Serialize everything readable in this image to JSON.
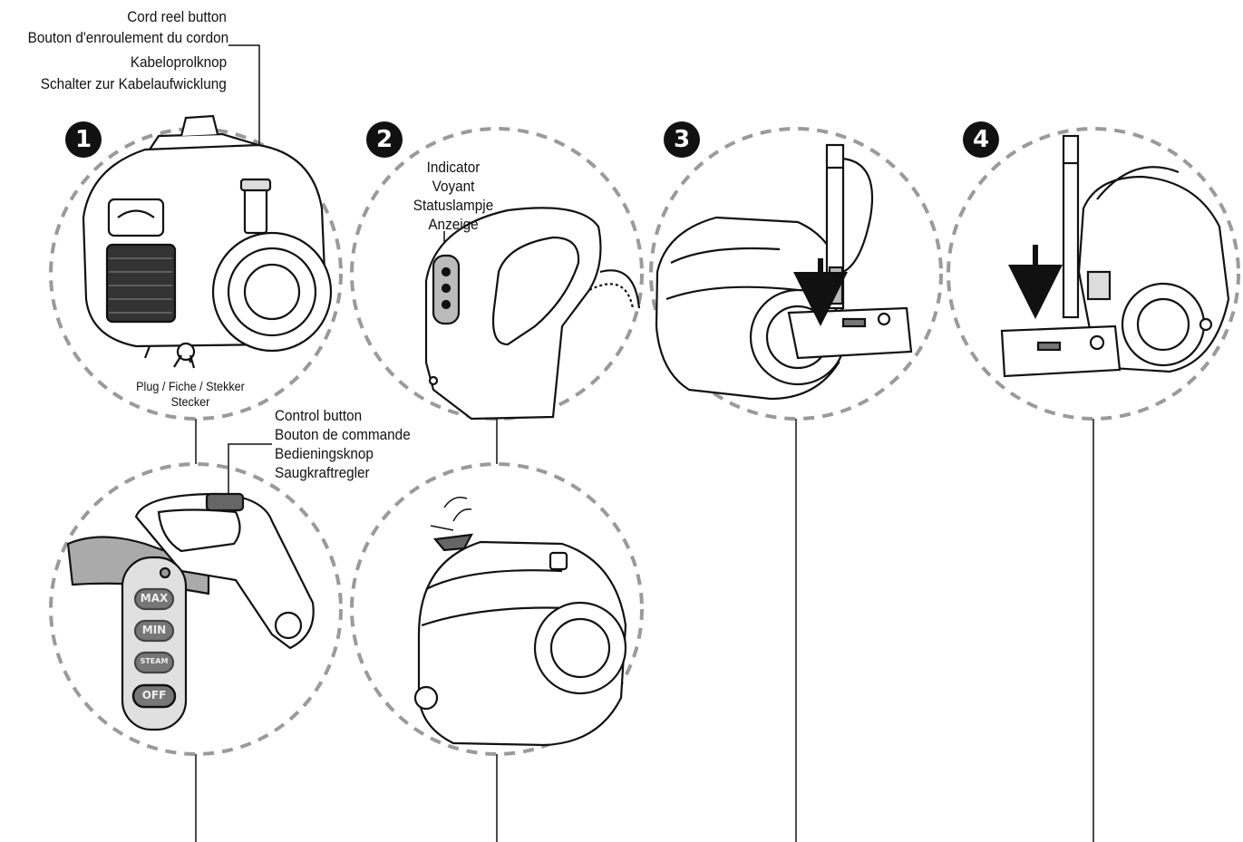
{
  "labels": {
    "cord_reel": [
      "Cord reel button",
      "Bouton d'enroulement du cordon",
      "Kabeloprolknop",
      "Schalter zur Kabelaufwicklung"
    ],
    "plug": [
      "Plug / Fiche / Stekker",
      "Stecker"
    ],
    "indicator": [
      "Indicator",
      "Voyant",
      "Statuslampje",
      "Anzeige"
    ],
    "control": [
      "Control button",
      "Bouton de commande",
      "Bedieningsknop",
      "Saugkraftregler"
    ]
  },
  "steps": [
    "1",
    "2",
    "3",
    "4"
  ],
  "control_panel": {
    "max": "MAX",
    "min": "MIN",
    "steam": "STEAM",
    "off": "OFF"
  },
  "colors": {
    "ink": "#111111",
    "dash": "#9a9a9a",
    "panel": "#d0d0d0"
  }
}
